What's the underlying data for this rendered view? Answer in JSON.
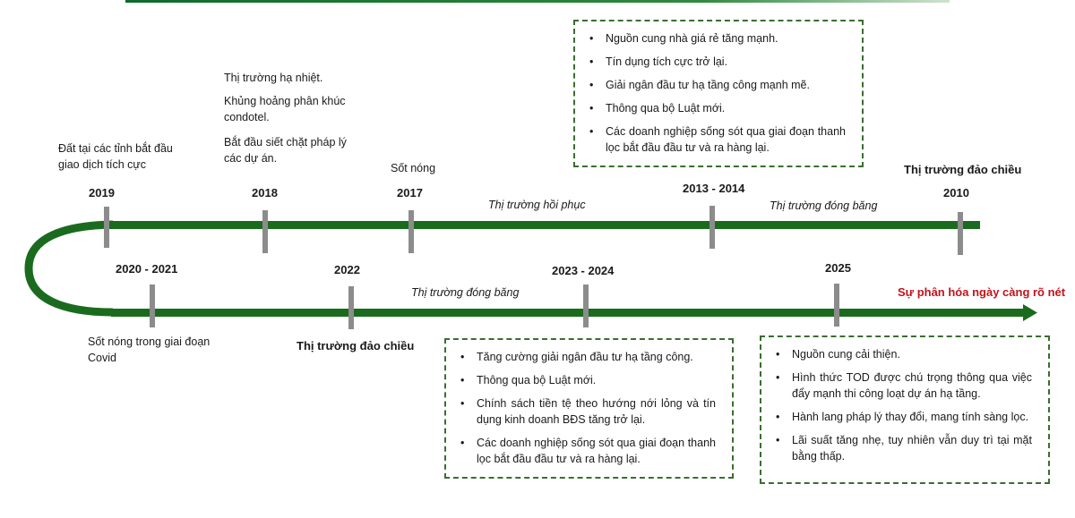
{
  "top_row": {
    "events": [
      {
        "year": "2019",
        "notes": [
          "Đất tại các tỉnh bắt đầu giao dịch tích cực"
        ]
      },
      {
        "year": "2018",
        "notes": [
          "Thị trường hạ nhiệt.",
          "Khủng hoảng phân khúc condotel.",
          "Bắt đầu siết chặt pháp lý các dự án."
        ]
      },
      {
        "year": "2017",
        "notes": [
          "Sốt nóng"
        ]
      },
      {
        "year": "2013 - 2014",
        "notes": []
      },
      {
        "year": "2010",
        "notes": [
          "Thị trường đảo chiều"
        ]
      }
    ],
    "phases": [
      "Thị trường hồi phục",
      "Thị trường đóng băng"
    ]
  },
  "bottom_row": {
    "events": [
      {
        "year": "2020 - 2021",
        "notes": [
          "Sốt nóng trong giai đoạn Covid"
        ]
      },
      {
        "year": "2022",
        "notes": [
          "Thị trường đảo chiều"
        ]
      },
      {
        "year": "2023 - 2024",
        "notes": []
      },
      {
        "year": "2025",
        "notes": []
      }
    ],
    "phases": [
      "Thị trường đóng băng"
    ],
    "arrow_label": "Sự phân hóa ngày càng rõ nét"
  },
  "boxes": {
    "box_2013": [
      "Nguồn cung nhà giá rẻ tăng mạnh.",
      "Tín dụng tích cực trở lại.",
      "Giải ngân đầu tư hạ tầng công mạnh mẽ.",
      "Thông qua bộ Luật mới.",
      "Các doanh nghiệp sống sót qua giai đoạn thanh lọc bắt đầu đầu tư và ra hàng lại."
    ],
    "box_2023": [
      "Tăng cường giải ngân đầu tư hạ tầng công.",
      "Thông qua bộ Luật mới.",
      "Chính sách tiền tệ theo hướng nới lỏng và tín dụng kinh doanh BĐS tăng trở lại.",
      "Các doanh nghiệp sống sót qua giai đoạn thanh lọc bắt đầu đầu tư và ra hàng lại."
    ],
    "box_2025": [
      "Nguồn cung cải thiện.",
      "Hình thức TOD được chú trọng thông qua việc đẩy mạnh thi công loạt dự án hạ tầng.",
      "Hành lang pháp lý thay đổi, mang tính sàng lọc.",
      "Lãi suất tăng nhẹ, tuy nhiên vẫn duy trì tại mặt bằng thấp."
    ]
  },
  "colors": {
    "line": "#1b6b1e",
    "tick": "#8c8c8c",
    "accent_red": "#c0141b",
    "box_border": "#3a6e2f"
  }
}
